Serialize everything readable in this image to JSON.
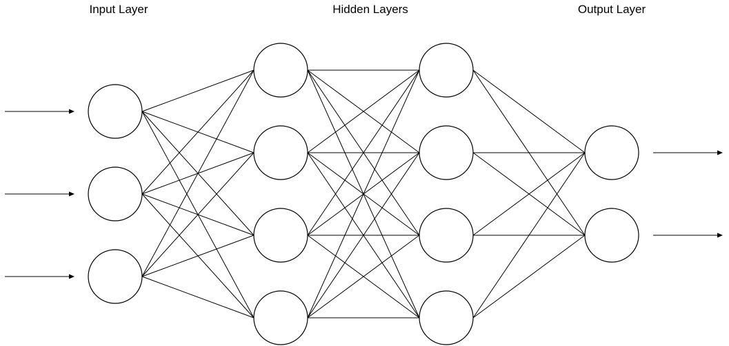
{
  "labels": {
    "input": "Input Layer",
    "hidden": "Hidden Layers",
    "output": "Output Layer"
  },
  "layers": [
    {
      "role": "input",
      "neurons": 3
    },
    {
      "role": "hidden",
      "neurons": 4
    },
    {
      "role": "hidden",
      "neurons": 4
    },
    {
      "role": "output",
      "neurons": 2
    }
  ],
  "connectivity": "fully-connected",
  "input_arrows": 3,
  "output_arrows": 2,
  "colors": {
    "stroke": "#000000",
    "node_fill": "#ffffff",
    "background": "#ffffff"
  }
}
